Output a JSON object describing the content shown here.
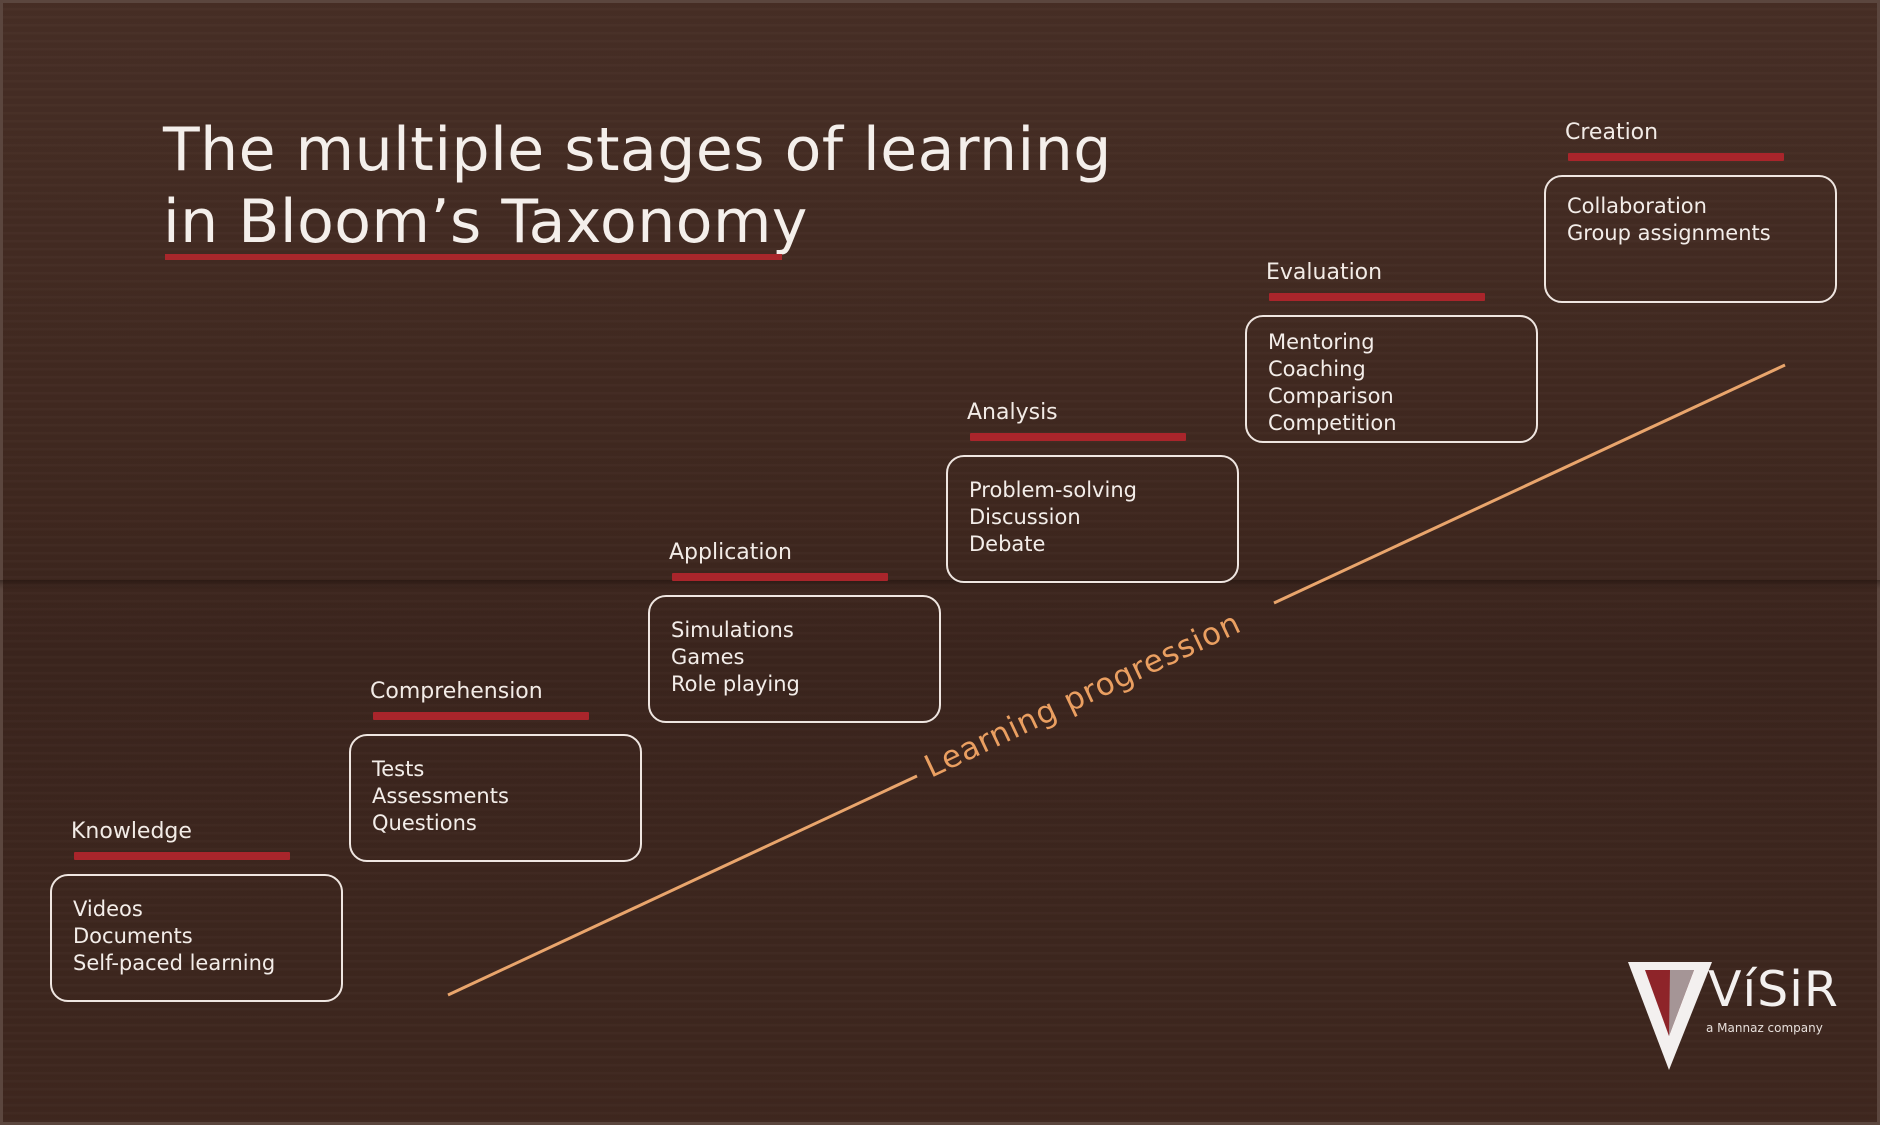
{
  "title": {
    "line1": "The multiple stages of learning",
    "line2": "in Bloom’s Taxonomy"
  },
  "stages": [
    {
      "label": "Knowledge",
      "items": [
        "Videos",
        "Documents",
        "Self-paced learning"
      ]
    },
    {
      "label": "Comprehension",
      "items": [
        "Tests",
        "Assessments",
        "Questions"
      ]
    },
    {
      "label": "Application",
      "items": [
        "Simulations",
        "Games",
        "Role playing"
      ]
    },
    {
      "label": "Analysis",
      "items": [
        "Problem-solving",
        "Discussion",
        "Debate"
      ]
    },
    {
      "label": "Evaluation",
      "items": [
        "Mentoring",
        "Coaching",
        "Comparison",
        "Competition"
      ]
    },
    {
      "label": "Creation",
      "items": [
        "Collaboration",
        "Group assignments"
      ]
    }
  ],
  "progression": {
    "label": "Learning progression"
  },
  "logo": {
    "name": "VíSiR",
    "tagline": "a Mannaz company"
  },
  "colors": {
    "background": "#3f271e",
    "accent_red": "#a9252b",
    "progression_orange": "#ea9f61",
    "text_light": "#f3ede9"
  }
}
